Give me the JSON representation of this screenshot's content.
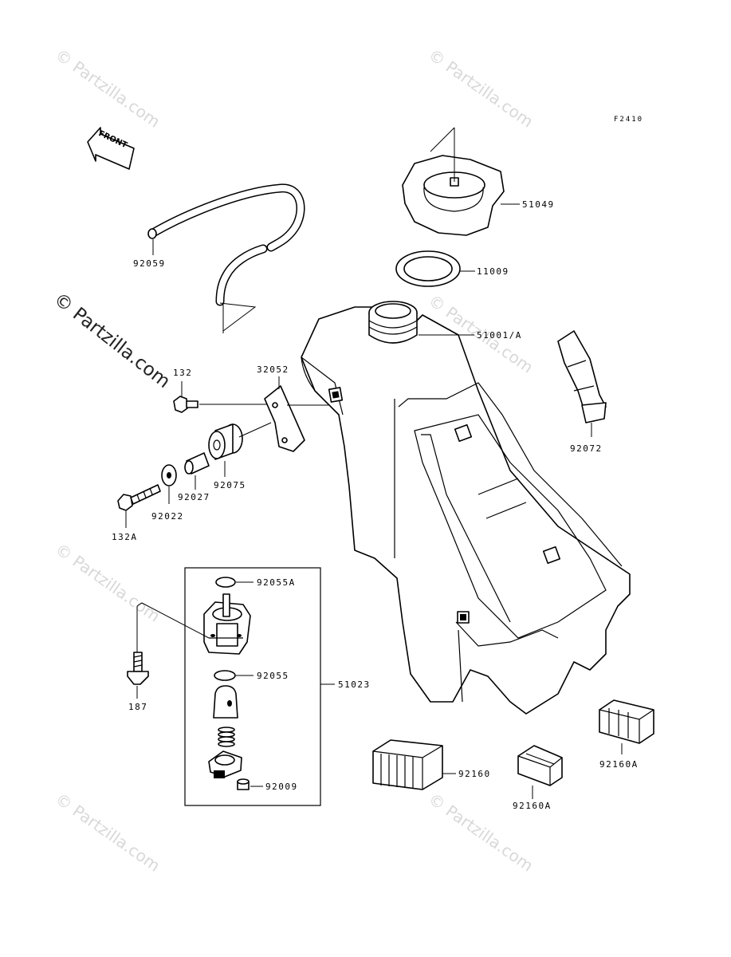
{
  "diagram_code": "F2410",
  "front_arrow_label": "FRONT",
  "watermark": "© Partzilla.com",
  "watermark_main": "© Partzilla.com",
  "callouts": {
    "p51049": "51049",
    "p11009": "11009",
    "p51001a": "51001/A",
    "p92059": "92059",
    "p132": "132",
    "p32052": "32052",
    "p92072": "92072",
    "p92075": "92075",
    "p92027": "92027",
    "p92022": "92022",
    "p132a": "132A",
    "p92055a": "92055A",
    "p92055": "92055",
    "p51023": "51023",
    "p187": "187",
    "p92009": "92009",
    "p92160": "92160",
    "p92160a_1": "92160A",
    "p92160a_2": "92160A"
  }
}
